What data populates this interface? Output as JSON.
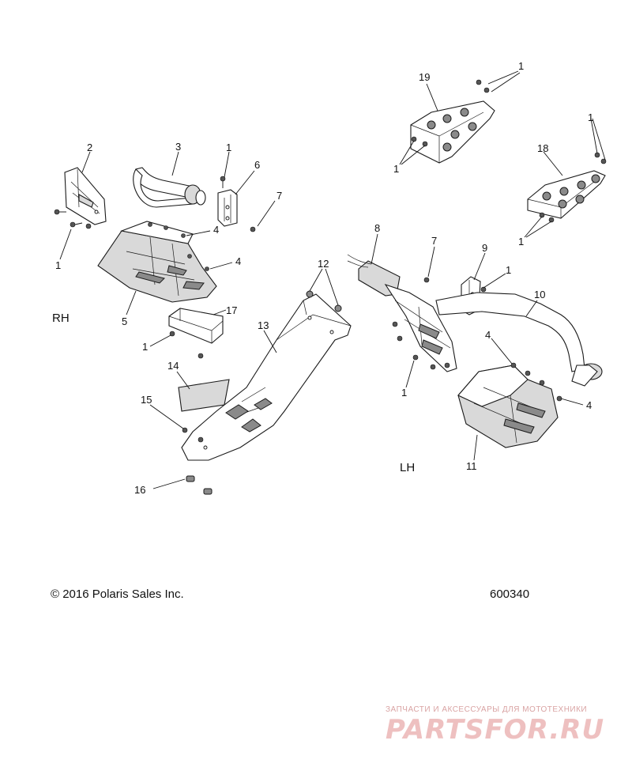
{
  "diagram": {
    "side_labels": {
      "right_hand": "RH",
      "left_hand": "LH"
    },
    "callouts": [
      "1",
      "2",
      "3",
      "4",
      "5",
      "6",
      "7",
      "8",
      "9",
      "10",
      "11",
      "12",
      "13",
      "14",
      "15",
      "16",
      "17",
      "18",
      "19"
    ],
    "part_label_instances": {
      "c1a": "1",
      "c1b": "1",
      "c1c": "1",
      "c1d": "1",
      "c1e": "1",
      "c1f": "1",
      "c1g": "1",
      "c1h": "1",
      "c1i": "1",
      "c2": "2",
      "c3": "3",
      "c4a": "4",
      "c4b": "4",
      "c4c": "4",
      "c4d": "4",
      "c5": "5",
      "c6": "6",
      "c7a": "7",
      "c7b": "7",
      "c8": "8",
      "c9": "9",
      "c10": "10",
      "c11": "11",
      "c12": "12",
      "c13": "13",
      "c14": "14",
      "c15": "15",
      "c16": "16",
      "c17": "17",
      "c18": "18",
      "c19": "19"
    }
  },
  "footer": {
    "copyright": "© 2016 Polaris Sales Inc.",
    "figure_number": "600340"
  },
  "watermark": {
    "tagline": "ЗАПЧАСТИ И АКСЕССУАРЫ ДЛЯ МОТОТЕХНИКИ",
    "logo_text": "PARTSFOR.RU",
    "color": "#e8b4b4"
  }
}
